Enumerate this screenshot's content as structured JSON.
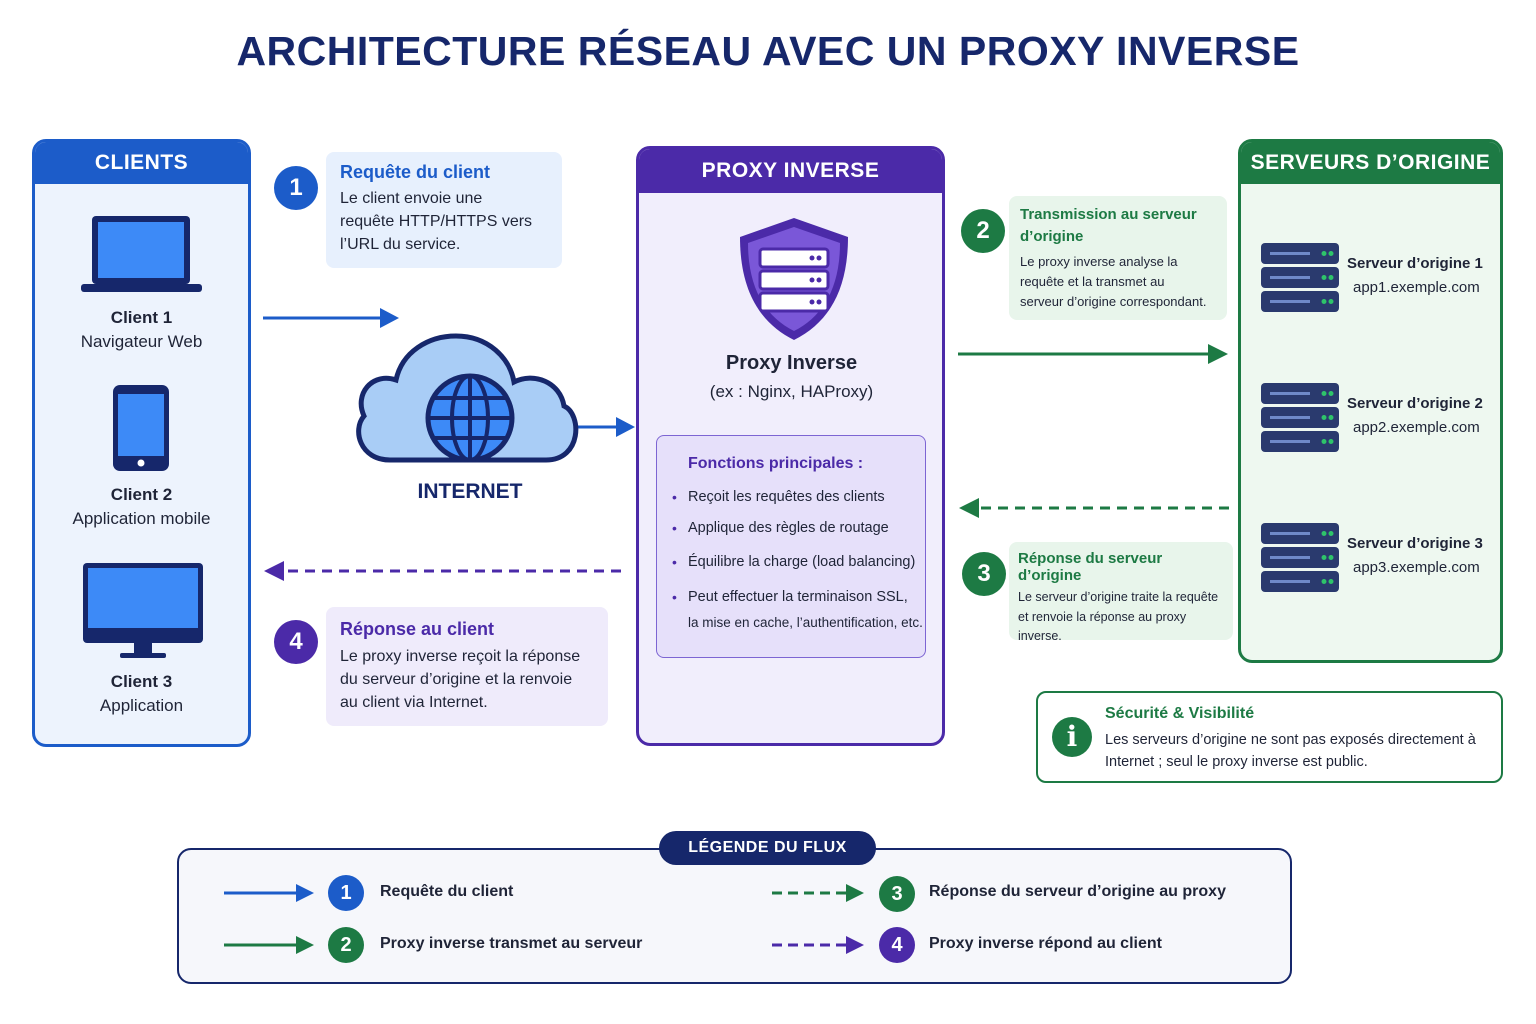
{
  "title": "ARCHITECTURE RÉSEAU AVEC UN PROXY INVERSE",
  "colors": {
    "blue": "#1c5cc9",
    "green": "#1d7a44",
    "purple": "#4b2aa8",
    "navy": "#16276b"
  },
  "clients": {
    "header": "CLIENTS",
    "items": [
      {
        "name": "Client 1",
        "desc": "Navigateur Web",
        "icon": "laptop-icon"
      },
      {
        "name": "Client 2",
        "desc": "Application mobile",
        "icon": "phone-icon"
      },
      {
        "name": "Client 3",
        "desc": "Application",
        "icon": "desktop-icon"
      }
    ]
  },
  "internet": {
    "label": "INTERNET",
    "icon": "cloud-globe-icon"
  },
  "steps": [
    {
      "num": "1",
      "title": "Requête du client",
      "text": [
        "Le client envoie une",
        "requête HTTP/HTTPS vers",
        "l’URL du service."
      ]
    },
    {
      "num": "2",
      "title": "Transmission au serveur",
      "title2": "d’origine",
      "text": [
        "Le proxy inverse analyse la",
        "requête et la transmet au",
        "serveur d’origine correspondant."
      ]
    },
    {
      "num": "3",
      "title": "Réponse du serveur d’origine",
      "text": [
        "Le serveur d’origine traite la requête",
        "et renvoie la réponse au proxy",
        "inverse."
      ]
    },
    {
      "num": "4",
      "title": "Réponse au client",
      "text": [
        "Le proxy inverse reçoit la réponse",
        "du serveur d’origine et la renvoie",
        "au client via Internet."
      ]
    }
  ],
  "proxy": {
    "header": "PROXY INVERSE",
    "name": "Proxy Inverse",
    "sub": "(ex : Nginx, HAProxy)",
    "icon": "shield-server-icon",
    "functions_title": "Fonctions principales :",
    "functions": [
      "Reçoit les requêtes des clients",
      "Applique des règles de routage",
      "Équilibre la charge (load balancing)",
      "Peut effectuer la terminaison SSL,",
      "la mise en cache, l’authentification, etc."
    ]
  },
  "servers": {
    "header": "SERVEURS D’ORIGINE",
    "items": [
      {
        "name": "Serveur d’origine 1",
        "host": "app1.exemple.com"
      },
      {
        "name": "Serveur d’origine 2",
        "host": "app2.exemple.com"
      },
      {
        "name": "Serveur d’origine 3",
        "host": "app3.exemple.com"
      }
    ]
  },
  "security": {
    "title": "Sécurité & Visibilité",
    "text": "Les serveurs d’origine ne sont pas exposés directement à Internet ; seul le proxy inverse est public.",
    "icon": "info-icon"
  },
  "legend": {
    "title": "LÉGENDE DU FLUX",
    "items": [
      {
        "num": "1",
        "label": "Requête du client",
        "style": "solid-blue"
      },
      {
        "num": "2",
        "label": "Proxy inverse transmet au serveur",
        "style": "solid-green"
      },
      {
        "num": "3",
        "label": "Réponse du serveur d’origine au proxy",
        "style": "dashed-green"
      },
      {
        "num": "4",
        "label": "Proxy inverse répond au client",
        "style": "dashed-purple"
      }
    ]
  }
}
